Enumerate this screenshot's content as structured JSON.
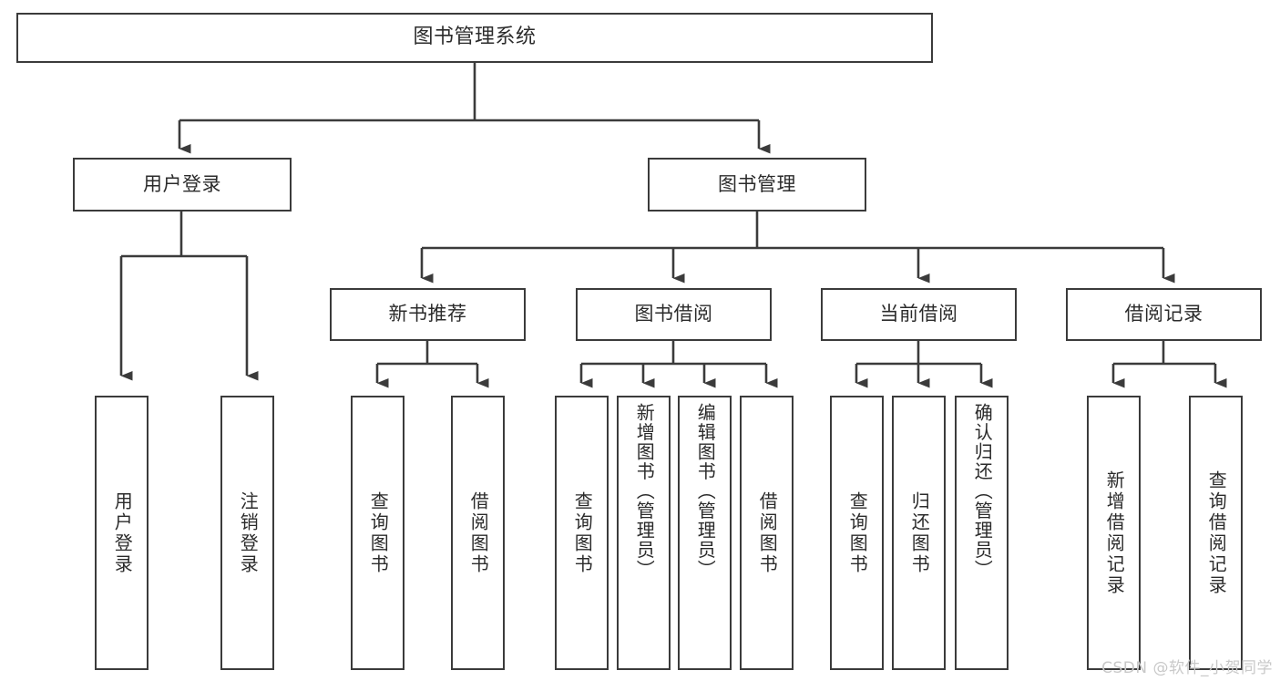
{
  "diagram": {
    "type": "tree-hierarchy",
    "title": "图书管理系统",
    "watermark": "CSDN @软件_小贺同学",
    "line_color": "#3b3b3b",
    "text_color": "#2b2b2b",
    "background": "#ffffff",
    "nodes": {
      "root": {
        "label": "图书管理系统"
      },
      "level1": [
        {
          "id": "user-login",
          "label": "用户登录"
        },
        {
          "id": "book-management",
          "label": "图书管理"
        }
      ],
      "level2": [
        {
          "id": "new-book-recommend",
          "label": "新书推荐"
        },
        {
          "id": "book-borrow",
          "label": "图书借阅"
        },
        {
          "id": "current-borrow",
          "label": "当前借阅"
        },
        {
          "id": "borrow-record",
          "label": "借阅记录"
        }
      ],
      "leaves": [
        {
          "id": "leaf-user-login",
          "label": "用户登录",
          "parent": "user-login"
        },
        {
          "id": "leaf-logout-login",
          "label": "注销登录",
          "parent": "user-login"
        },
        {
          "id": "leaf-query-book-1",
          "label": "查询图书",
          "parent": "new-book-recommend"
        },
        {
          "id": "leaf-borrow-book-1",
          "label": "借阅图书",
          "parent": "new-book-recommend"
        },
        {
          "id": "leaf-query-book-2",
          "label": "查询图书",
          "parent": "book-borrow"
        },
        {
          "id": "leaf-add-book-admin",
          "label": "新增图书（管理员）",
          "parent": "book-borrow"
        },
        {
          "id": "leaf-edit-book-admin",
          "label": "编辑图书（管理员）",
          "parent": "book-borrow"
        },
        {
          "id": "leaf-borrow-book-2",
          "label": "借阅图书",
          "parent": "book-borrow"
        },
        {
          "id": "leaf-query-book-3",
          "label": "查询图书",
          "parent": "current-borrow"
        },
        {
          "id": "leaf-return-book",
          "label": "归还图书",
          "parent": "current-borrow"
        },
        {
          "id": "leaf-confirm-return-admin",
          "label": "确认归还（管理员）",
          "parent": "current-borrow"
        },
        {
          "id": "leaf-add-borrow-record",
          "label": "新增借阅记录",
          "parent": "borrow-record"
        },
        {
          "id": "leaf-query-borrow-record",
          "label": "查询借阅记录",
          "parent": "borrow-record"
        }
      ]
    }
  }
}
